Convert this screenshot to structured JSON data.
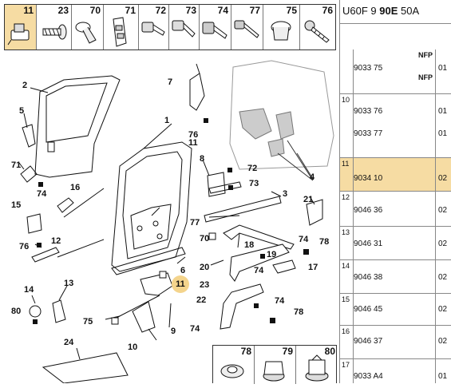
{
  "header": {
    "code_prefix": "U60F 9",
    "code_bold": "90E",
    "code_suffix": "50A"
  },
  "top_strip": [
    {
      "num": "11",
      "icon": "door-check-clip-icon",
      "highlighted": true
    },
    {
      "num": "23",
      "icon": "push-rivet-icon",
      "highlighted": false
    },
    {
      "num": "70",
      "icon": "trim-clip-icon",
      "highlighted": false
    },
    {
      "num": "71",
      "icon": "bracket-clip-icon",
      "highlighted": false
    },
    {
      "num": "72",
      "icon": "screw-icon",
      "highlighted": false
    },
    {
      "num": "73",
      "icon": "screw-icon",
      "highlighted": false
    },
    {
      "num": "74",
      "icon": "bolt-icon",
      "highlighted": false
    },
    {
      "num": "77",
      "icon": "self-tapping-screw-icon",
      "highlighted": false
    },
    {
      "num": "75",
      "icon": "grommet-icon",
      "highlighted": false
    },
    {
      "num": "76",
      "icon": "fir-tree-clip-icon",
      "highlighted": false
    }
  ],
  "bottom_strip": [
    {
      "num": "78",
      "icon": "washer-icon"
    },
    {
      "num": "79",
      "icon": "nut-icon"
    },
    {
      "num": "80",
      "icon": "flange-bolt-icon"
    }
  ],
  "callouts": [
    {
      "n": "2"
    },
    {
      "n": "5"
    },
    {
      "n": "71"
    },
    {
      "n": "7"
    },
    {
      "n": "76"
    },
    {
      "n": "1"
    },
    {
      "n": "11"
    },
    {
      "n": "8"
    },
    {
      "n": "72"
    },
    {
      "n": "73"
    },
    {
      "n": "3"
    },
    {
      "n": "4"
    },
    {
      "n": "74"
    },
    {
      "n": "16"
    },
    {
      "n": "15"
    },
    {
      "n": "21"
    },
    {
      "n": "77"
    },
    {
      "n": "70"
    },
    {
      "n": "18"
    },
    {
      "n": "74"
    },
    {
      "n": "78"
    },
    {
      "n": "12"
    },
    {
      "n": "76"
    },
    {
      "n": "19"
    },
    {
      "n": "6"
    },
    {
      "n": "20"
    },
    {
      "n": "74"
    },
    {
      "n": "17"
    },
    {
      "n": "13"
    },
    {
      "n": "14"
    },
    {
      "n": "11"
    },
    {
      "n": "23"
    },
    {
      "n": "22"
    },
    {
      "n": "74"
    },
    {
      "n": "78"
    },
    {
      "n": "80"
    },
    {
      "n": "75"
    },
    {
      "n": "9"
    },
    {
      "n": "74"
    },
    {
      "n": "10"
    },
    {
      "n": "24"
    }
  ],
  "reference_rows": [
    {
      "idx": "",
      "ref": "9033 75",
      "ver": "01",
      "nfp_top": "NFP",
      "nfp_bottom": "NFP",
      "highlighted": false
    },
    {
      "idx": "10",
      "ref": "9033 76",
      "ref2": "9033 77",
      "ver": "01",
      "ver2": "01",
      "highlighted": false
    },
    {
      "idx": "11",
      "ref": "9034 10",
      "ver": "02",
      "highlighted": true
    },
    {
      "idx": "12",
      "ref": "9046 36",
      "ver": "02",
      "highlighted": false
    },
    {
      "idx": "13",
      "ref": "9046 31",
      "ver": "02",
      "highlighted": false
    },
    {
      "idx": "14",
      "ref": "9046 38",
      "ver": "02",
      "highlighted": false
    },
    {
      "idx": "15",
      "ref": "9046 45",
      "ver": "02",
      "highlighted": false
    },
    {
      "idx": "16",
      "ref": "9046 37",
      "ver": "02",
      "highlighted": false
    },
    {
      "idx": "17",
      "ref": "9033 A4",
      "ver": "01",
      "highlighted": false
    }
  ],
  "colors": {
    "highlight": "#f6dca3",
    "badge": "#f4d48c",
    "line": "#111111"
  }
}
